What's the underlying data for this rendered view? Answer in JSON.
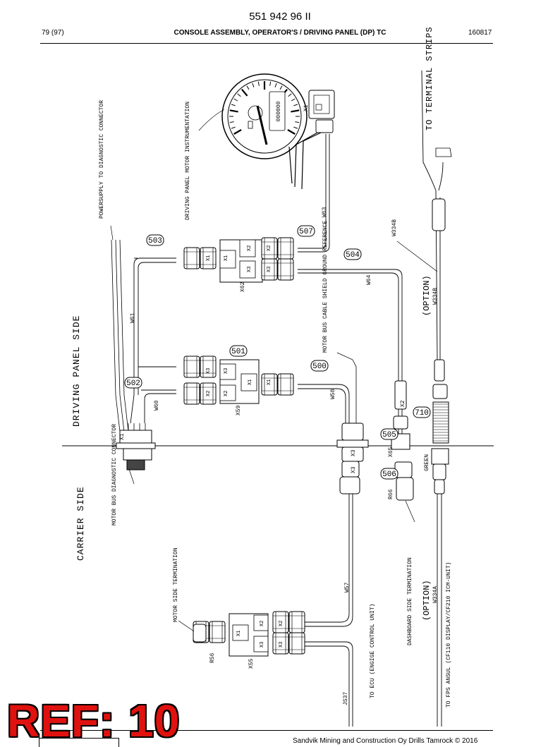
{
  "header": {
    "doc_number": "551 942 96 II",
    "page": "79 (97)",
    "title": "CONSOLE ASSEMBLY, OPERATOR'S / DRIVING PANEL (DP) TC",
    "date": "160817"
  },
  "diagram": {
    "side_upper": "DRIVING PANEL SIDE",
    "side_lower": "CARRIER SIDE",
    "instrument": {
      "label": "DRIVING PANEL MOTOR INSTRUMENTATION",
      "odometer": "000000",
      "connector": "X1"
    },
    "labels": {
      "powersupply": "POWERSUPPLY TO DIAGNOSTIC CONNECTOR",
      "terminal_strips": "TO TERMINAL STRIPS",
      "motor_bus_shield": "MOTOR BUS CABLE SHIELD GROUND REFERENCE",
      "motor_bus_diag": "MOTOR BUS DIAGNOSTIC CONNECTOR",
      "motor_side_termination": "MOTOR SIDE TERMINATION",
      "dashboard_side_termination": "DASHBOARD SIDE TERMINATION",
      "to_ecu": "TO ECU (ENGIGE CONTROL UNIT)",
      "to_fps": "TO FPS ANSUL (CF110 DISPLAY/CF210 ICM-UNIT)",
      "option_upper": "(OPTION)",
      "option_lower": "(OPTION)",
      "green": "GREEN"
    },
    "callouts": [
      "503",
      "507",
      "504",
      "501",
      "502",
      "500",
      "505",
      "506",
      "710"
    ],
    "wires": [
      "W61",
      "W60",
      "W63",
      "W64",
      "W58",
      "W57",
      "JS37",
      "W334B",
      "W334B",
      "W334A"
    ],
    "connectors": {
      "x62": "X62",
      "x59": "X59",
      "x55": "X55",
      "x65": "X65",
      "r66": "R66",
      "r56": "R56",
      "x1": "X1",
      "x2": "X2",
      "x3": "X3"
    }
  },
  "footer": {
    "ref": "REF: 10",
    "copyright": "Sandvik Mining and Construction Oy Drills Tamrock © 2016"
  }
}
